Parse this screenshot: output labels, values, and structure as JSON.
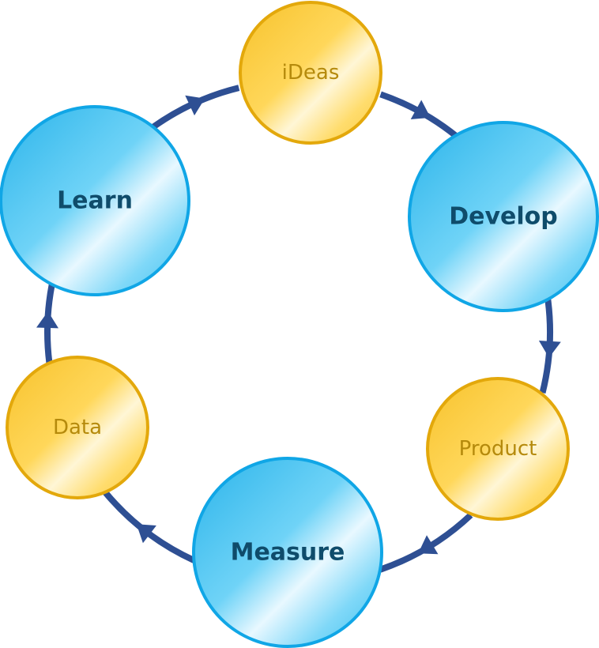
{
  "diagram": {
    "nodes": [
      {
        "id": "ideas",
        "label": "iDeas",
        "kind": "small"
      },
      {
        "id": "develop",
        "label": "Develop",
        "kind": "big"
      },
      {
        "id": "product",
        "label": "Product",
        "kind": "small"
      },
      {
        "id": "measure",
        "label": "Measure",
        "kind": "big"
      },
      {
        "id": "data",
        "label": "Data",
        "kind": "small"
      },
      {
        "id": "learn",
        "label": "Learn",
        "kind": "big"
      }
    ],
    "edges": [
      {
        "from": "ideas",
        "to": "develop"
      },
      {
        "from": "develop",
        "to": "product"
      },
      {
        "from": "product",
        "to": "measure"
      },
      {
        "from": "measure",
        "to": "data"
      },
      {
        "from": "data",
        "to": "learn"
      },
      {
        "from": "learn",
        "to": "ideas"
      }
    ]
  },
  "colors": {
    "big_fill_light": "#c9f0ff",
    "big_fill_mid": "#5bcdf5",
    "big_fill_dark": "#2bb4ea",
    "big_stroke": "#10a6e6",
    "big_text": "#0f4c6b",
    "small_fill_light": "#fff4c4",
    "small_fill_mid": "#ffd34f",
    "small_fill_dark": "#f7c22c",
    "small_stroke": "#e3a80b",
    "small_text": "#b58a0c",
    "connector": "#2e4f93"
  }
}
